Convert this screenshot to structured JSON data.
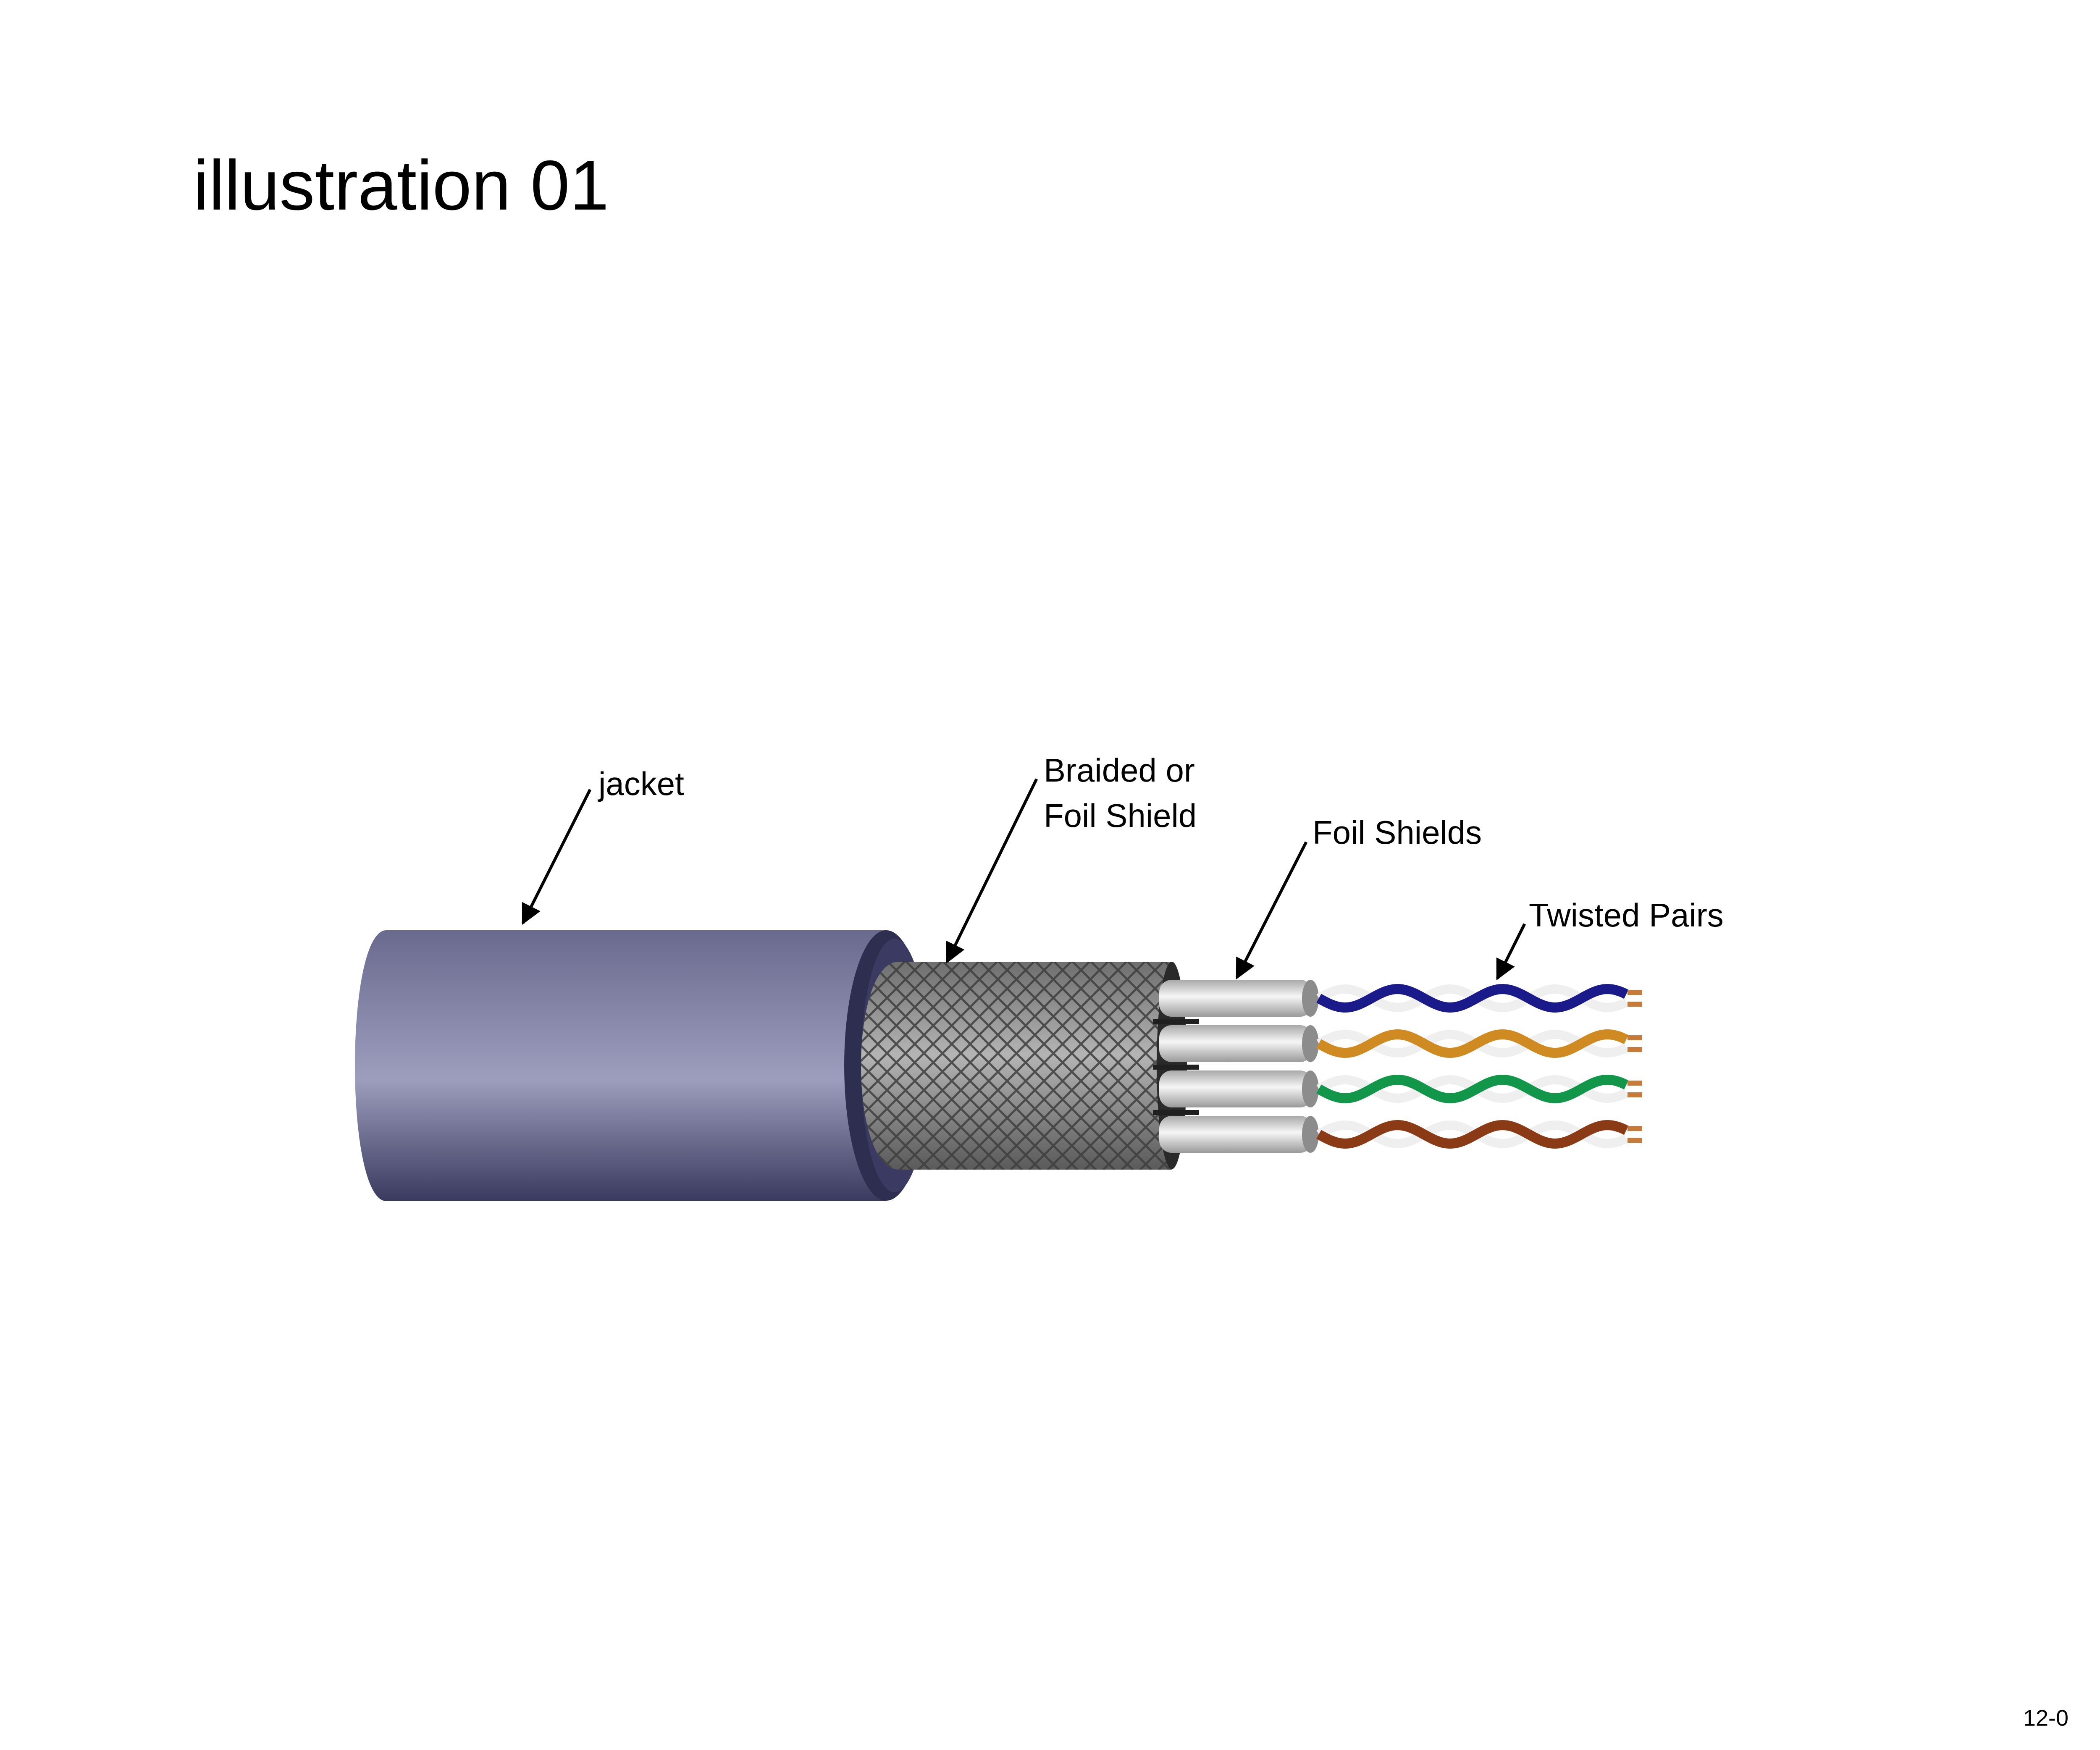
{
  "title": "illustration 01",
  "footer": "12-0",
  "labels": {
    "jacket": "jacket",
    "outer_shield_line1": "Braided or",
    "outer_shield_line2": "Foil Shield",
    "foil_shields": "Foil Shields",
    "twisted_pairs": "Twisted Pairs"
  },
  "colors": {
    "jacket": "#8a8aae",
    "braid": "#7a7a7a",
    "foil": "#d8d8d8",
    "copper": "#c77b3a",
    "pairs": [
      "#1a1a8a",
      "#d08a22",
      "#12964a",
      "#8a3a14"
    ]
  }
}
